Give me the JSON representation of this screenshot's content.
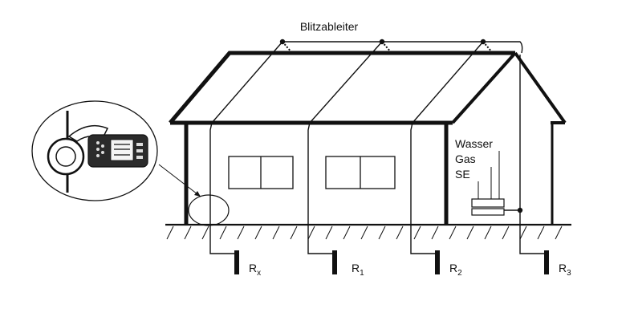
{
  "labels": {
    "lightning_rod": "Blitzableiter",
    "water": "Wasser",
    "gas": "Gas",
    "se": "SE"
  },
  "resistors": [
    {
      "main": "R",
      "sub": "x"
    },
    {
      "main": "R",
      "sub": "1"
    },
    {
      "main": "R",
      "sub": "2"
    },
    {
      "main": "R",
      "sub": "3"
    }
  ],
  "colors": {
    "ink": "#111111",
    "background": "#ffffff",
    "meter_body": "#2b2b2b"
  }
}
